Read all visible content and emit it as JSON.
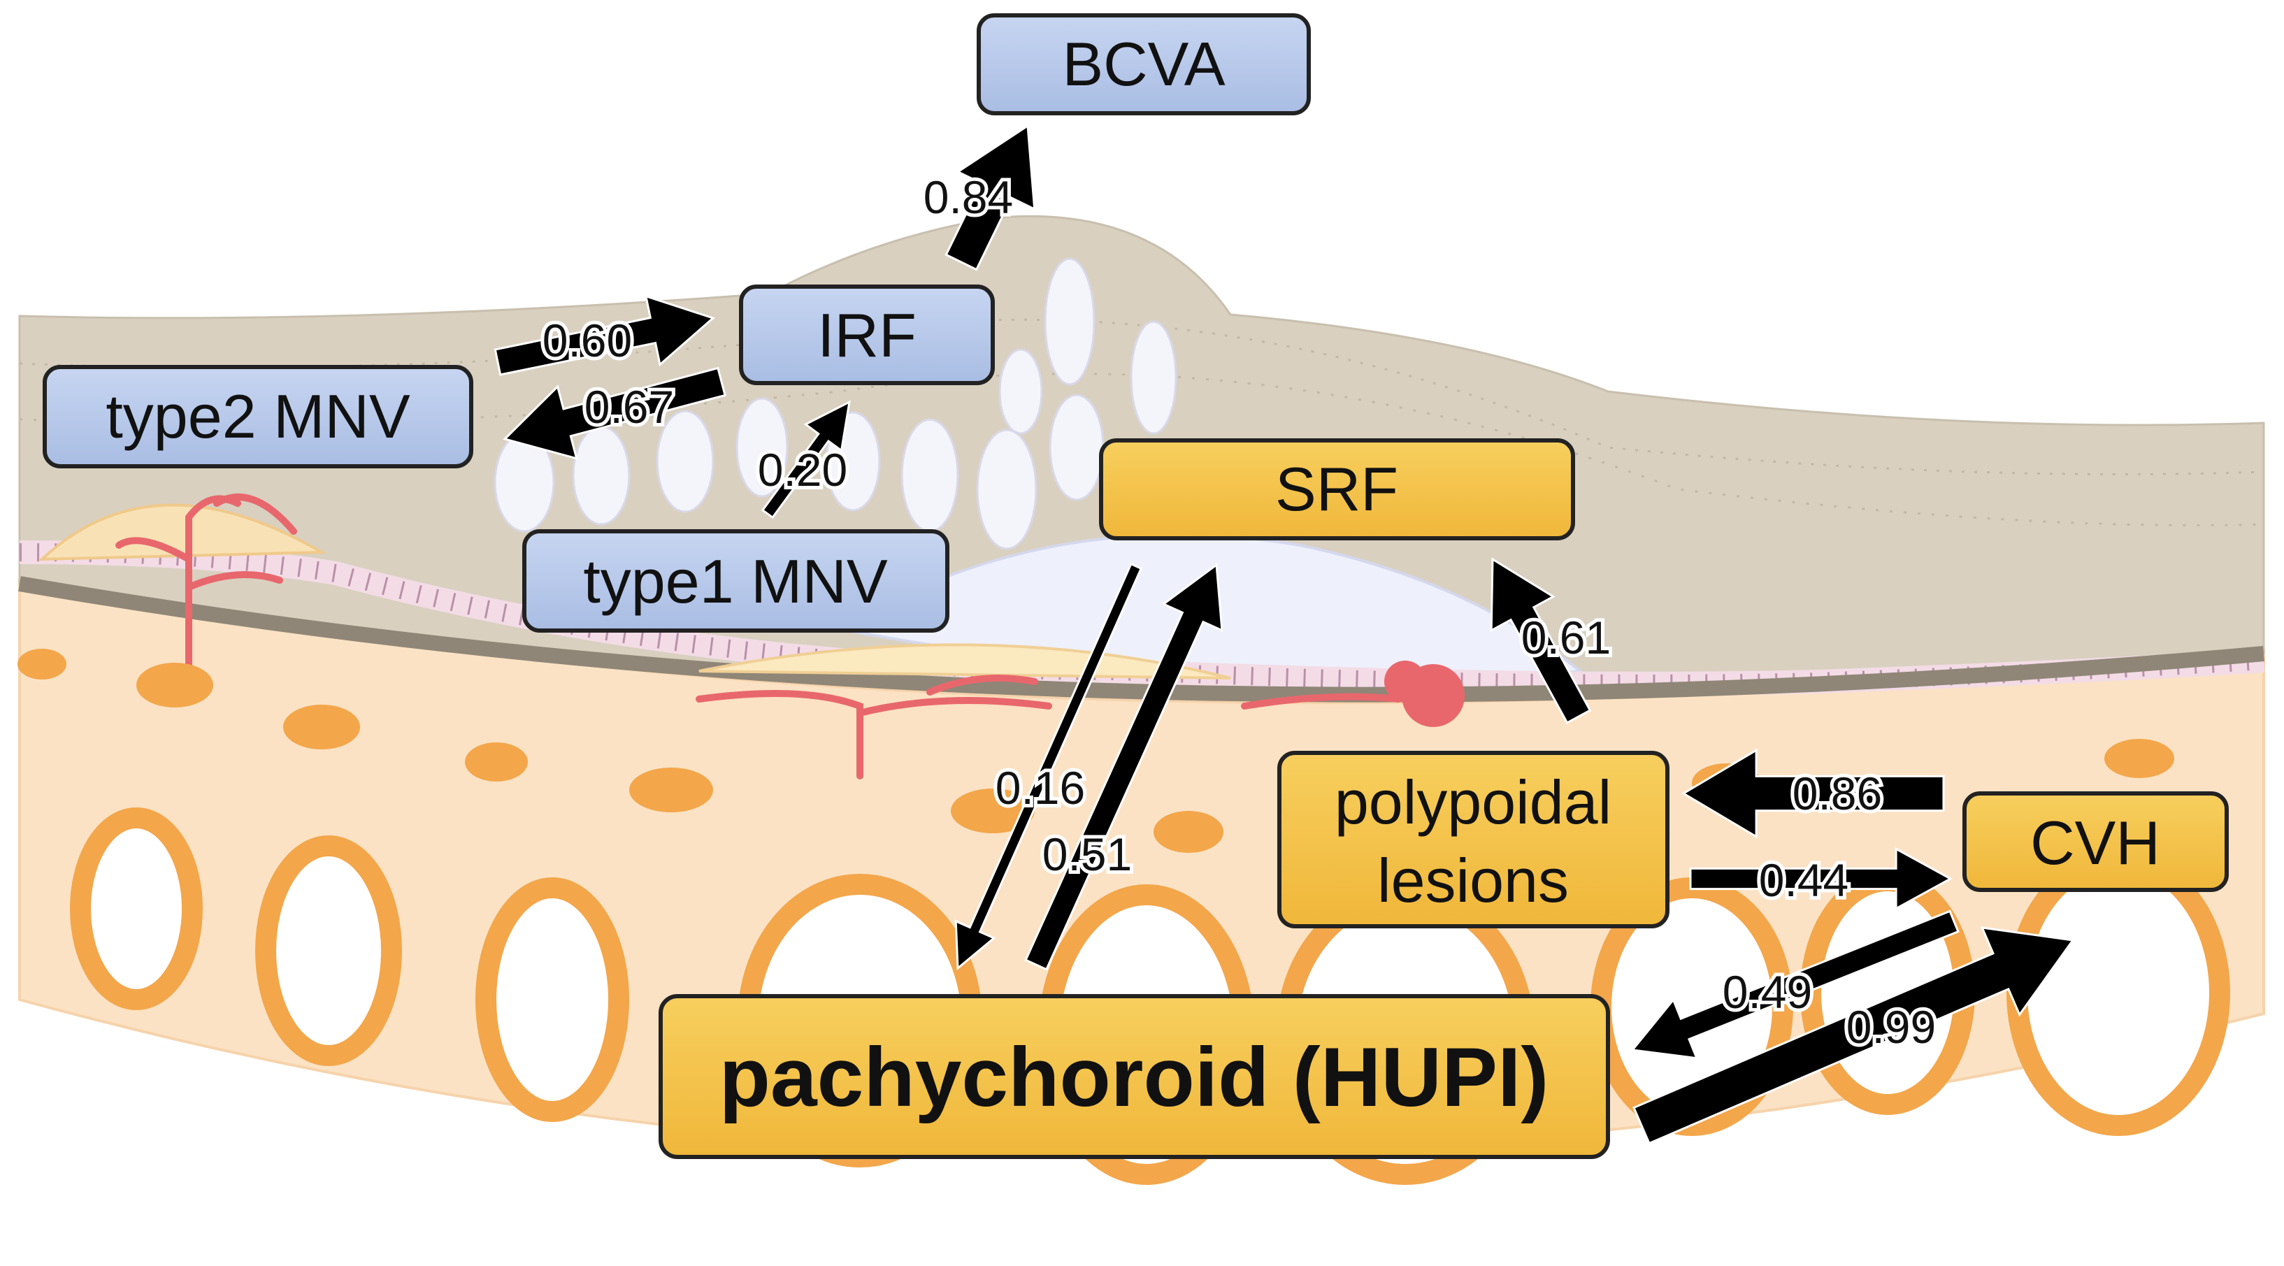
{
  "colors": {
    "blue_node": "#a9bde3",
    "yellow_node": "#f3c043",
    "retina": "#d9d0c0",
    "choroid": "#fbe2c4",
    "vessel_ring": "#f3a64a",
    "fluid": "#eef0fb",
    "rpe": "#f3dce6",
    "capillary": "#e8676d",
    "membrane": "#8f8677"
  },
  "nodes": {
    "bcva": "BCVA",
    "irf": "IRF",
    "type2": "type2 MNV",
    "type1": "type1 MNV",
    "srf": "SRF",
    "polypoidal_1": "polypoidal",
    "polypoidal_2": "lesions",
    "cvh": "CVH",
    "pachy": "pachychoroid (HUPI)"
  },
  "edges": {
    "irf_bcva": "0.84",
    "type2_irf": "0.60",
    "irf_type2": "0.67",
    "type1_irf": "0.20",
    "srf_pachy": "0.16",
    "pachy_srf": "0.51",
    "poly_srf": "0.61",
    "cvh_poly": "0.86",
    "poly_cvh": "0.44",
    "cvh_pachy": "0.49",
    "pachy_cvh": "0.99"
  }
}
